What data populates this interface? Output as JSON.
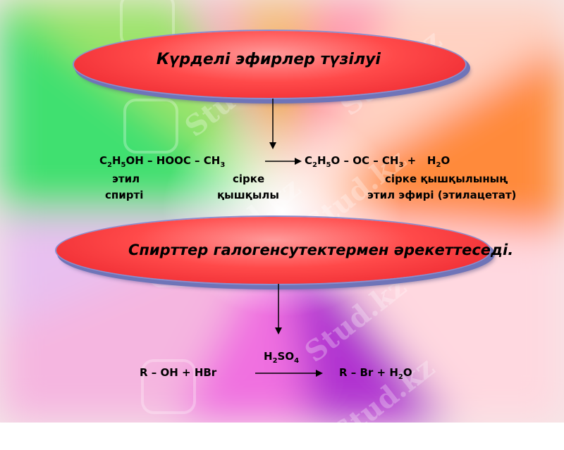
{
  "oval1": {
    "title": "Күрделі эфирлер түзілуі"
  },
  "reaction1": {
    "left": {
      "a": "C",
      "s1": "2",
      "b": "H",
      "s2": "5",
      "c": "OH – HOOC – CH",
      "s3": "3"
    },
    "right": {
      "a": "C",
      "s1": "2",
      "b": "H",
      "s2": "5",
      "c": "O – OC – CH",
      "s3": "3",
      "d": " + ",
      "e": "H",
      "s4": "2",
      "f": "O"
    },
    "label_ethyl": "этил",
    "label_spirit": "спирті",
    "label_acetic": "сірке",
    "label_acid": "қышқылы",
    "label_ester1": "сірке қышқылының",
    "label_ester2": "этил эфирі (этилацетат)"
  },
  "oval2": {
    "title": "Спирттер галогенсутектермен әрекеттеседі."
  },
  "reaction2": {
    "catalyst": {
      "a": "H",
      "s1": "2",
      "b": "SO",
      "s2": "4"
    },
    "left": "R – OH + HBr",
    "right": {
      "a": "R – Br + H",
      "s1": "2",
      "b": "O"
    }
  },
  "watermark": "Stud.kz",
  "colors": {
    "oval_fill": "#e8202a",
    "oval_border": "#6f74b8"
  }
}
